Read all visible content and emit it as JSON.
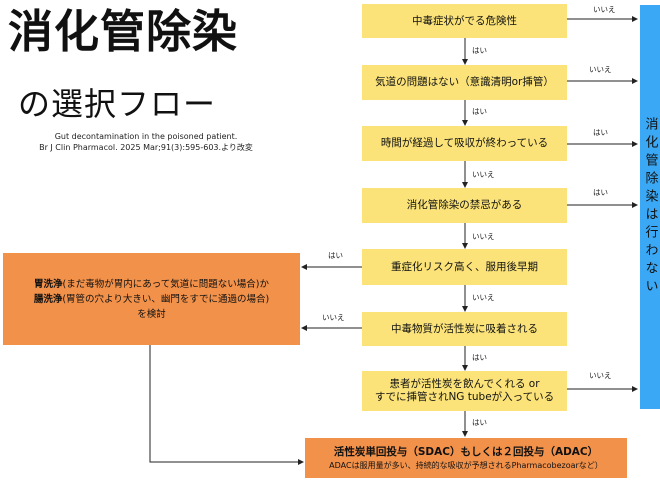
{
  "title": {
    "main": "消化管除染",
    "sub": "の選択フロー"
  },
  "citation": {
    "line1": "Gut decontamination in the poisoned patient.",
    "line2": "Br J Clin Pharmacol. 2025 Mar;91(3):595-603.より改変"
  },
  "steps": [
    "中毒症状がでる危険性",
    "気道の問題はない（意識清明or挿管）",
    "時間が経過して吸収が終わっている",
    "消化管除染の禁忌がある",
    "重症化リスク高く、服用後早期",
    "中毒物質が活性炭に吸着される",
    "患者が活性炭を飲んでくれる or",
    "すでに挿管されNG tubeが入っている"
  ],
  "no_decontam": "消化管除染は行わない",
  "lavage": {
    "line1_bold": "胃洗浄",
    "line1_rest": "(まだ毒物が胃内にあって気道に問題ない場合)か",
    "line2_bold": "腸洗浄",
    "line2_rest": "(胃管の穴より大きい、幽門をすでに通過の場合)",
    "line3": "を検討"
  },
  "charcoal": {
    "title": "活性炭単回投与（SDAC）もしくは２回投与（ADAC）",
    "note": "ADACは服用量が多い、持続的な吸収が予想されるPharmacobezoarなど）"
  },
  "labels": {
    "l1_right": "いいえ",
    "l1_down": "はい",
    "l2_right": "いいえ",
    "l2_down": "はい",
    "l3_right": "はい",
    "l3_down": "いいえ",
    "l4_right": "はい",
    "l4_down": "いいえ",
    "l5_left": "はい",
    "l5_down": "いいえ",
    "l6_left": "いいえ",
    "l6_down": "はい",
    "l7_right": "いいえ",
    "l7_down": "はい"
  },
  "colors": {
    "decision_box": "#fbe379",
    "action_box": "#f2914a",
    "no_bar": "#3aa8f4"
  }
}
